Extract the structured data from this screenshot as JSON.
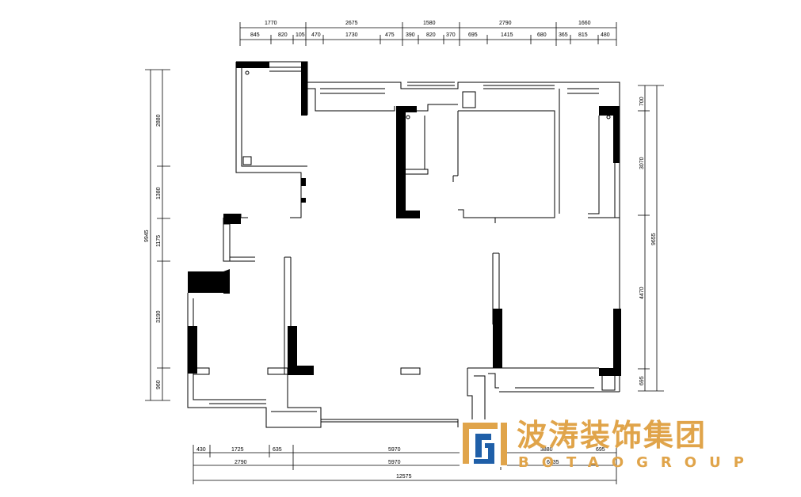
{
  "dimensions": {
    "top_row1": [
      "1770",
      "2675",
      "1580",
      "2790",
      "1660"
    ],
    "top_row2": [
      "845",
      "820",
      "105",
      "470",
      "1730",
      "475",
      "390",
      "820",
      "370",
      "695",
      "1415",
      "680",
      "365",
      "815",
      "480"
    ],
    "left_row1": [
      "9945"
    ],
    "left_row2": [
      "2880",
      "1380",
      "1175",
      "3190",
      "960"
    ],
    "right_row1": [
      "9655"
    ],
    "right_row2": [
      "700",
      "3070",
      "4470",
      "695"
    ],
    "bottom_row1": [
      "430",
      "1725",
      "635",
      "5970",
      "3880",
      "695"
    ],
    "bottom_row2": [
      "2790",
      "5970",
      "6335"
    ],
    "bottom_row3": [
      "12575"
    ]
  },
  "brand": {
    "name_cn": "波涛装饰集团",
    "name_en": "BOTAOGROUP",
    "colors": {
      "orange": "#e0a44a",
      "blue": "#1f5fa8"
    }
  }
}
